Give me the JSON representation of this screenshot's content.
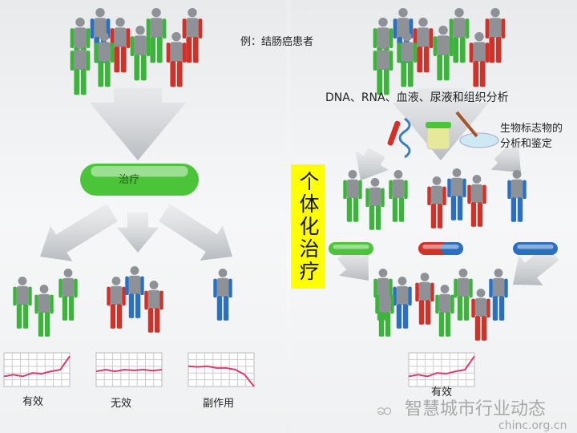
{
  "left": {
    "example_label": "例：结肠癌患者",
    "treatment_label": "治疗",
    "outcomes": [
      {
        "label": "有效",
        "trend": "rising"
      },
      {
        "label": "无效",
        "trend": "flat"
      },
      {
        "label": "副作用",
        "trend": "falling"
      }
    ]
  },
  "right": {
    "analysis_label": "DNA、RNA、血液、尿液和组织分析",
    "biomarker_label_line1": "生物标志物的",
    "biomarker_label_line2": "分析和鉴定",
    "personalized_label": "个体化治疗",
    "outcome": {
      "label": "有效",
      "trend": "rising"
    }
  },
  "watermark": {
    "text": "智慧城市行业动态",
    "site": "chinc.org.cn"
  },
  "colors": {
    "green": "#3cb43c",
    "blue": "#2a6fc0",
    "red": "#d0322a",
    "gray": "#8e9196",
    "highlight": "#ffff00"
  }
}
